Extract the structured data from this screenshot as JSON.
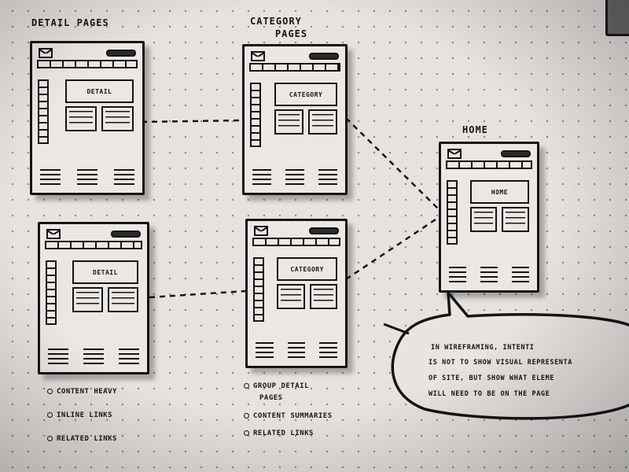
{
  "headings": {
    "detail": "DETAIL PAGES",
    "category_line1": "CATEGORY",
    "category_line2": "PAGES",
    "home": "HOME"
  },
  "wireframes": {
    "detail_top": "DETAIL",
    "detail_bottom": "DETAIL",
    "category_top": "CATEGORY",
    "category_bottom": "CATEGORY",
    "home": "HOME"
  },
  "detail_notes": [
    "CONTENT HEAVY",
    "INLINE LINKS",
    "RELATED LINKS"
  ],
  "category_notes": [
    "GROUP DETAIL",
    "PAGES",
    "CONTENT SUMMARIES",
    "RELATED LINKS"
  ],
  "bubble": {
    "lines": [
      "IN WIREFRAMING, INTENTI",
      "IS NOT TO SHOW VISUAL REPRESENTA",
      "OF SITE, BUT SHOW WHAT ELEME",
      "WILL NEED TO BE ON THE PAGE"
    ]
  },
  "colors": {
    "ink": "#151515",
    "paper": "#e6e3df"
  }
}
